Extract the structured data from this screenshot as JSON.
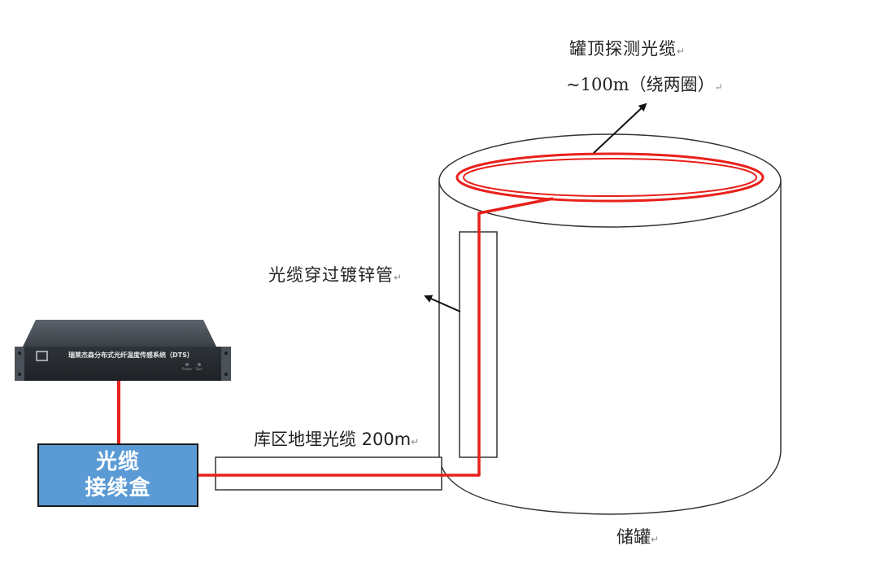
{
  "labels": {
    "top_cable_line1": "罐顶探测光缆",
    "top_cable_line2": "~100m（绕两圈）",
    "pipe_label": "光缆穿过镀锌管",
    "buried_label": "库区地埋光缆 200m",
    "tank_label": "储罐",
    "paragraph_mark": "↵"
  },
  "splice_box": {
    "line1": "光缆",
    "line2": "接续盒",
    "color": "#5b9bd5"
  },
  "dts_device": {
    "front_label": "瑞莱杰森分布式光纤温度传感系统（DTS）",
    "indicator1": "Power",
    "indicator2": "Run",
    "icon": "rack-unit-icon"
  },
  "colors": {
    "fiber": "#e8201b",
    "outline": "#333333",
    "box_fill": "#5b9bd5"
  }
}
